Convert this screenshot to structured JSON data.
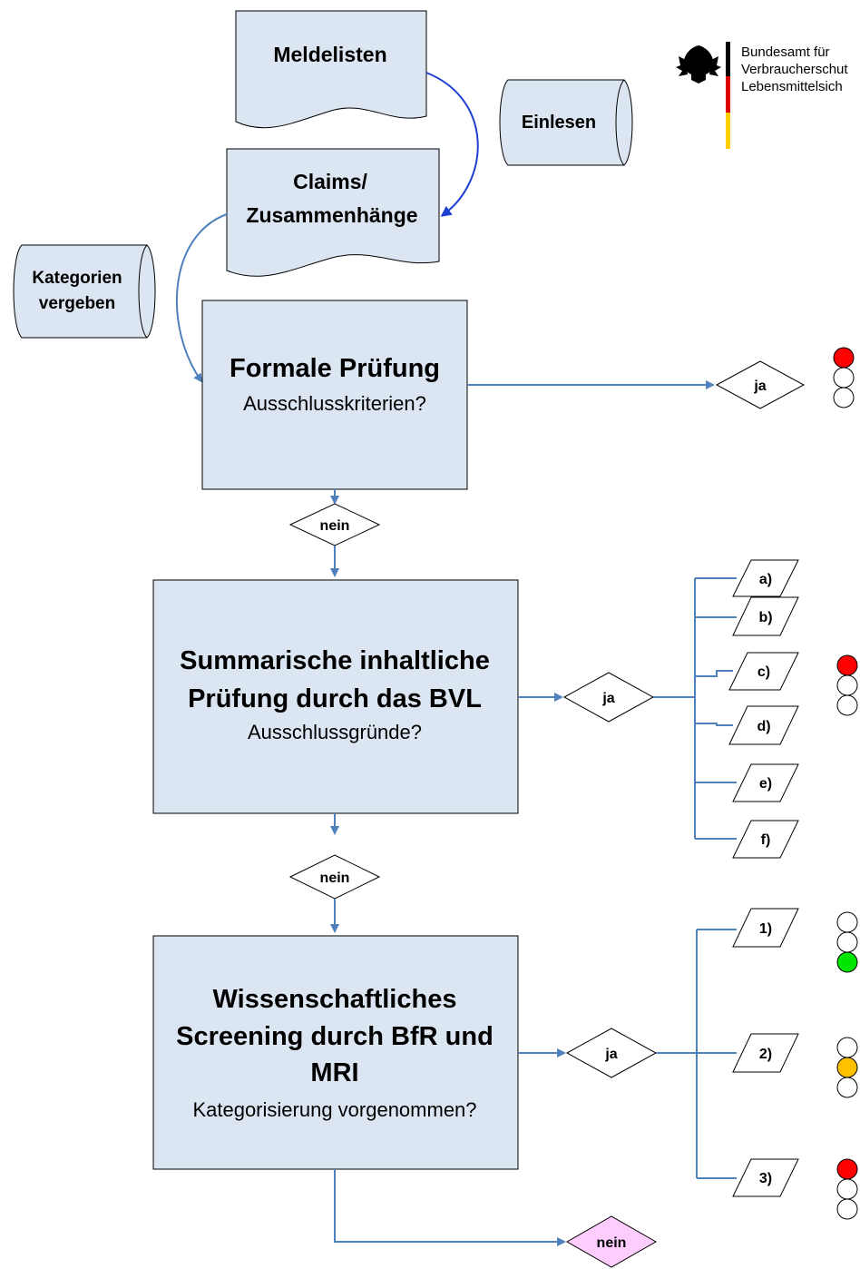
{
  "logo": {
    "lines": [
      "Bundesamt für",
      "Verbraucherschut",
      "Lebensmittelsich"
    ]
  },
  "documents": {
    "meldelisten": "Meldelisten",
    "claims_line1": "Claims/",
    "claims_line2": "Zusammenhänge"
  },
  "processes": {
    "einlesen": "Einlesen",
    "kategorien_line1": "Kategorien",
    "kategorien_line2": "vergeben"
  },
  "boxes": {
    "formal": {
      "title": "Formale Prüfung",
      "question": "Ausschlusskriterien?"
    },
    "summarisch": {
      "title_line1": "Summarische inhaltliche",
      "title_line2": "Prüfung durch das BVL",
      "question": "Ausschlussgründe?"
    },
    "wissenschaft": {
      "title_line1": "Wissenschaftliches",
      "title_line2": "Screening durch BfR und",
      "title_line3": "MRI",
      "question": "Kategorisierung vorgenommen?"
    }
  },
  "decisions": {
    "ja": "ja",
    "nein": "nein"
  },
  "reasons": [
    "a)",
    "b)",
    "c)",
    "d)",
    "e)",
    "f)"
  ],
  "categories": [
    "1)",
    "2)",
    "3)"
  ],
  "colors": {
    "box_fill": "#dce6f2",
    "flow_line": "#4f81bd",
    "arrow_dark": "#1f3fd0",
    "red": "#ff0000",
    "green": "#00e600",
    "amber": "#ffc000",
    "nein_final_fill": "#ffccff"
  },
  "traffic_lights": [
    {
      "group": "formal",
      "lit": [
        "red",
        "off",
        "off"
      ]
    },
    {
      "group": "summarisch",
      "lit": [
        "red",
        "off",
        "off"
      ]
    },
    {
      "group": "category-1",
      "lit": [
        "off",
        "off",
        "green"
      ]
    },
    {
      "group": "category-2",
      "lit": [
        "off",
        "amber",
        "off"
      ]
    },
    {
      "group": "category-3",
      "lit": [
        "red",
        "off",
        "off"
      ]
    }
  ]
}
